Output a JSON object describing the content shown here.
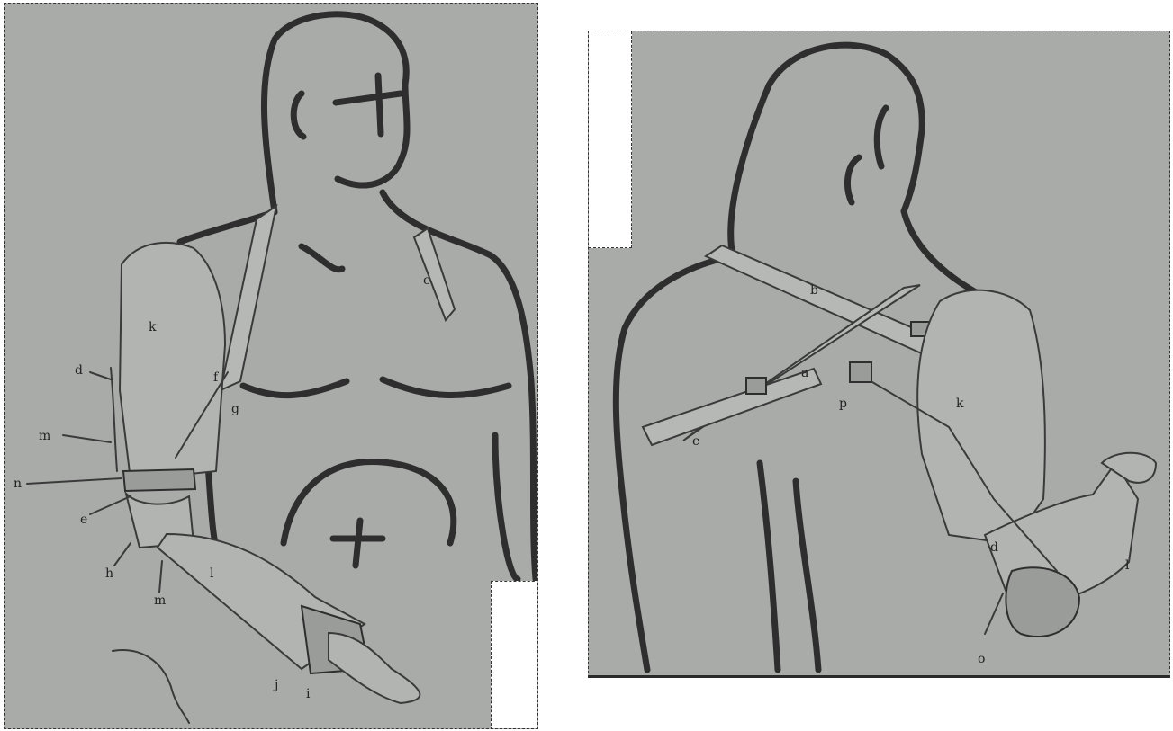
{
  "front_view": {
    "labels": {
      "k": "k",
      "d": "d",
      "m_upper": "m",
      "n": "n",
      "e": "e",
      "h": "h",
      "m_lower": "m",
      "l": "l",
      "j": "j",
      "i": "i",
      "f": "f",
      "g": "g",
      "c": "c"
    }
  },
  "back_view": {
    "labels": {
      "b": "b",
      "a": "a",
      "p": "p",
      "c": "c",
      "k": "k",
      "d": "d",
      "l": "l",
      "o": "o"
    }
  }
}
